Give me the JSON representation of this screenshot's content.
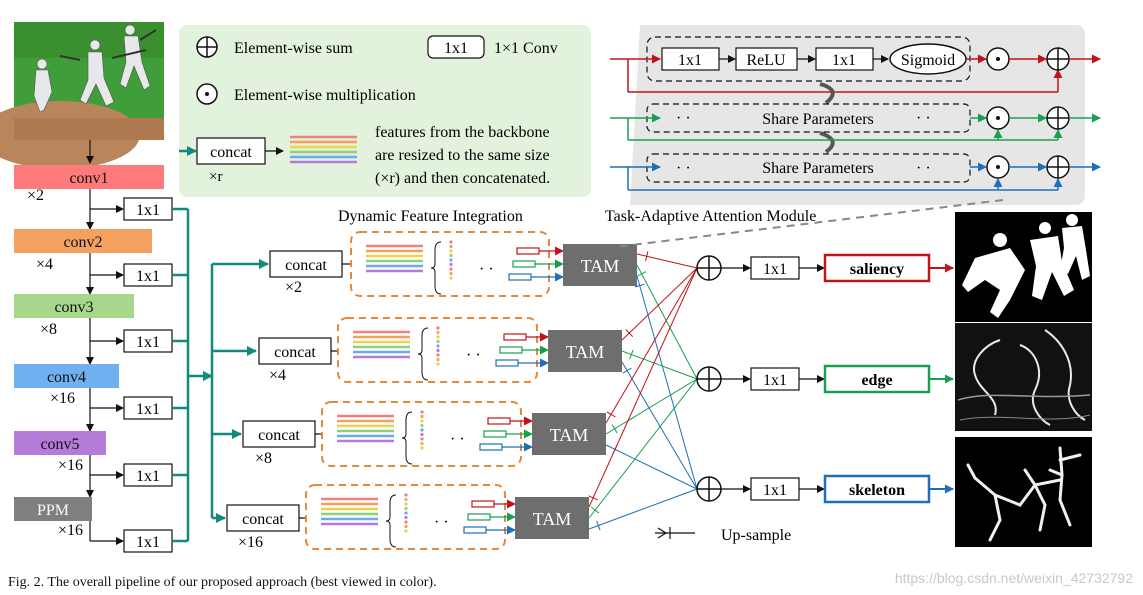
{
  "legend": {
    "sum_label": "Element-wise sum",
    "conv_box": "1x1",
    "conv_label": "1×1 Conv",
    "mult_label": "Element-wise multiplication",
    "concat_label": "concat",
    "concat_scale": "×r",
    "note_lines": [
      "features from the backbone",
      "are resized to the same size",
      "(×r) and then concatenated."
    ]
  },
  "backbone": {
    "stages": [
      {
        "label": "conv1",
        "scale": "×2",
        "color": "#ff7b7b"
      },
      {
        "label": "conv2",
        "scale": "×4",
        "color": "#f4a060"
      },
      {
        "label": "conv3",
        "scale": "×8",
        "color": "#a6d78a"
      },
      {
        "label": "conv4",
        "scale": "×16",
        "color": "#6fb0f0"
      },
      {
        "label": "conv5",
        "scale": "×16",
        "color": "#b57bd9"
      },
      {
        "label": "PPM",
        "scale": "×16",
        "color": "#7f7f7f"
      }
    ],
    "conv_label": "1x1"
  },
  "dfi": {
    "title": "Dynamic Feature Integration",
    "concat_label": "concat",
    "dots": "· ·",
    "scales": [
      "×2",
      "×4",
      "×8",
      "×16"
    ],
    "tam_label": "TAM"
  },
  "tam_module": {
    "title": "Task-Adaptive Attention Module",
    "conv_label": "1x1",
    "relu_label": "ReLU",
    "sigmoid_label": "Sigmoid",
    "share_label": "Share Parameters",
    "dots": "· ·"
  },
  "outputs": {
    "conv_label": "1x1",
    "tasks": [
      {
        "label": "saliency",
        "color": "#c0141c"
      },
      {
        "label": "edge",
        "color": "#18a050"
      },
      {
        "label": "skeleton",
        "color": "#1e6fb8"
      }
    ]
  },
  "upsample_label": "Up-sample",
  "caption": "Fig. 2.  The overall pipeline of our proposed approach (best viewed in color).",
  "watermark": "https://blog.csdn.net/weixin_42732792",
  "colors": {
    "teal": "#138a7e",
    "orange": "#e8883a",
    "red": "#c0141c",
    "green": "#18a050",
    "blue": "#1e6fb8",
    "tam_gray": "#707070"
  }
}
